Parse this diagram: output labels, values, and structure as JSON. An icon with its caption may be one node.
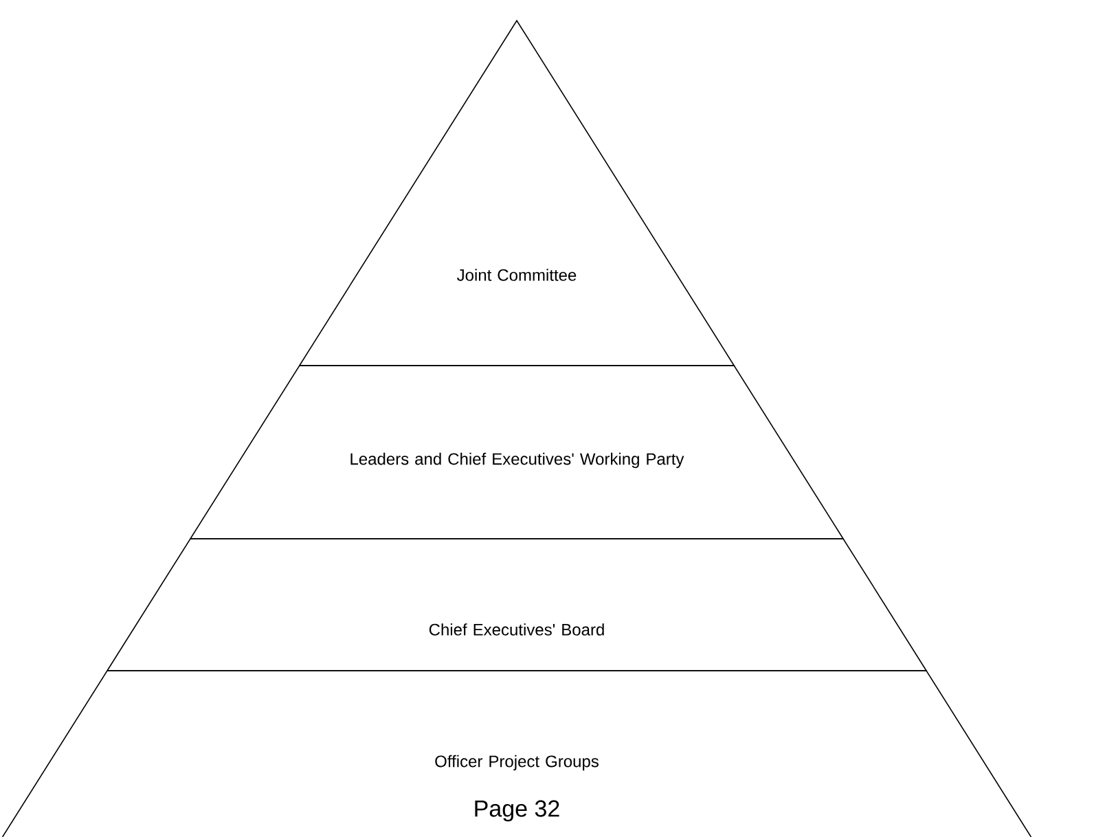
{
  "diagram": {
    "nodes": [
      {
        "text": [
          "Joint Committee"
        ]
      },
      {
        "text": [
          "Leaders and Chief Executives' Working Party"
        ]
      },
      {
        "text": [
          "Chief Executives' Board"
        ]
      },
      {
        "text": [
          "Officer Project Groups"
        ]
      }
    ],
    "labels": [
      "Page 32"
    ]
  }
}
